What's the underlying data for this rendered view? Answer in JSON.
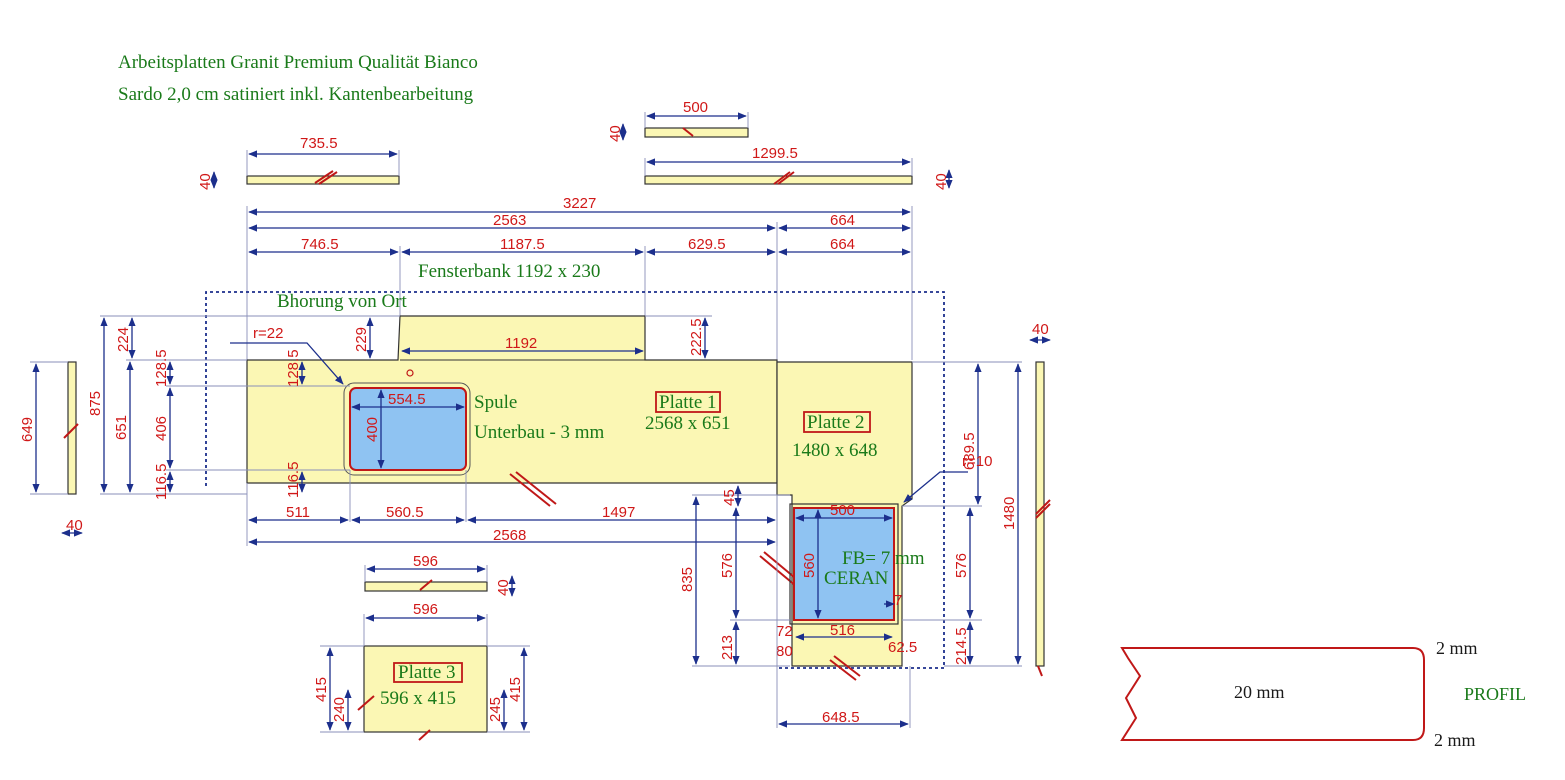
{
  "title": {
    "line1": "Arbeitsplatten Granit Premium Qualität Bianco",
    "line2": "Sardo 2,0 cm satiniert inkl. Kantenbearbeitung"
  },
  "labels": {
    "fensterbank": "Fensterbank 1192 x 230",
    "bohrung": "Bhorung von Ort",
    "spule": "Spule",
    "unterbau": "Unterbau - 3 mm",
    "platte1": "Platte 1",
    "platte1_size": "2568 x 651",
    "platte2": "Platte 2",
    "platte2_size": "1480 x 648",
    "platte3": "Platte 3",
    "platte3_size": "596 x 415",
    "fb": "FB= 7 mm",
    "ceran": "CERAN"
  },
  "dims": {
    "d735": "735.5",
    "d40a": "40",
    "d500": "500",
    "d40b": "40",
    "d1299": "1299.5",
    "d40c": "40",
    "d3227": "3227",
    "d2563": "2563",
    "d664a": "664",
    "d746": "746.5",
    "d1187": "1187.5",
    "d629": "629.5",
    "d664b": "664",
    "d1192": "1192",
    "d229": "229",
    "d222": "222.5",
    "d224": "224",
    "r22": "r=22",
    "d128a": "128.5",
    "d128b": "128.5",
    "d875": "875",
    "d651": "651",
    "d406": "406",
    "d649": "649",
    "d554": "554.5",
    "d400": "400",
    "d116a": "116.5",
    "d116b": "116.5",
    "d40d": "40",
    "d511": "511",
    "d560": "560.5",
    "d1497": "1497",
    "d2568": "2568",
    "d45": "45",
    "d835": "835",
    "d576a": "576",
    "d213": "213",
    "d500b": "500",
    "d560b": "560",
    "d7": "7",
    "d72": "72",
    "d80": "80",
    "d516": "516",
    "d62": "62.5",
    "d648": "648.5",
    "d689": "689.5",
    "r10": "r=10",
    "d576b": "576",
    "d214": "214.5",
    "d1480": "1480",
    "d40e": "40",
    "d596a": "596",
    "d40f": "40",
    "d596b": "596",
    "d415a": "415",
    "d240": "240",
    "d245": "245",
    "d415b": "415"
  },
  "profile": {
    "top": "2 mm",
    "thickness": "20 mm",
    "label": "PROFIL",
    "bottom": "2 mm"
  },
  "colors": {
    "slab": "#fbf7b4",
    "cutout": "#8fc3f2",
    "dimension": "#d01818",
    "dim_line": "#1c2f8c",
    "label": "#1a7a1a"
  }
}
